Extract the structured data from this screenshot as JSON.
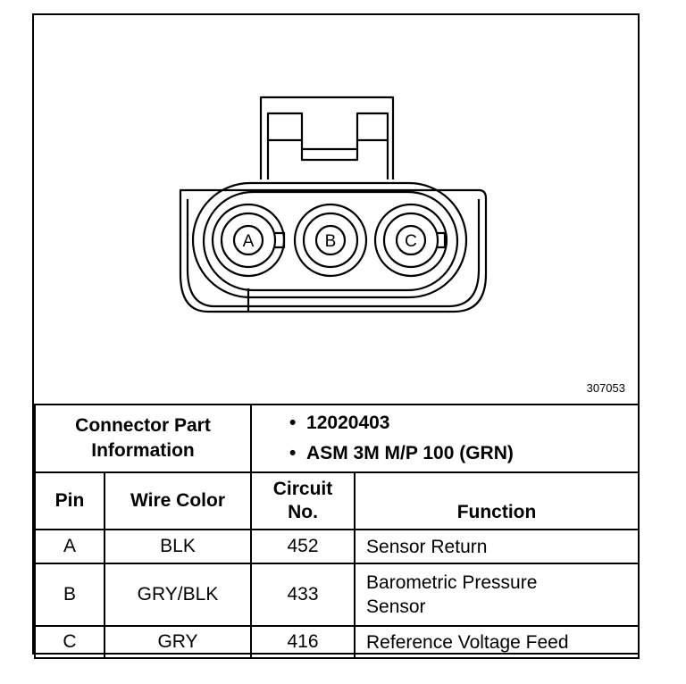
{
  "figure_number": "307053",
  "pins_drawn": [
    "A",
    "B",
    "C"
  ],
  "part_info": {
    "label": "Connector Part Information",
    "items": [
      "12020403",
      "ASM 3M M/P 100 (GRN)"
    ]
  },
  "table": {
    "headers": {
      "pin": "Pin",
      "wire_color": "Wire Color",
      "circuit_no": "Circuit No.",
      "function": "Function"
    },
    "rows": [
      {
        "pin": "A",
        "wire_color": "BLK",
        "circuit": "452",
        "function": "Sensor Return"
      },
      {
        "pin": "B",
        "wire_color": "GRY/BLK",
        "circuit": "433",
        "function": "Barometric Pressure Sensor"
      },
      {
        "pin": "C",
        "wire_color": "GRY",
        "circuit": "416",
        "function": "Reference Voltage Feed"
      }
    ]
  }
}
